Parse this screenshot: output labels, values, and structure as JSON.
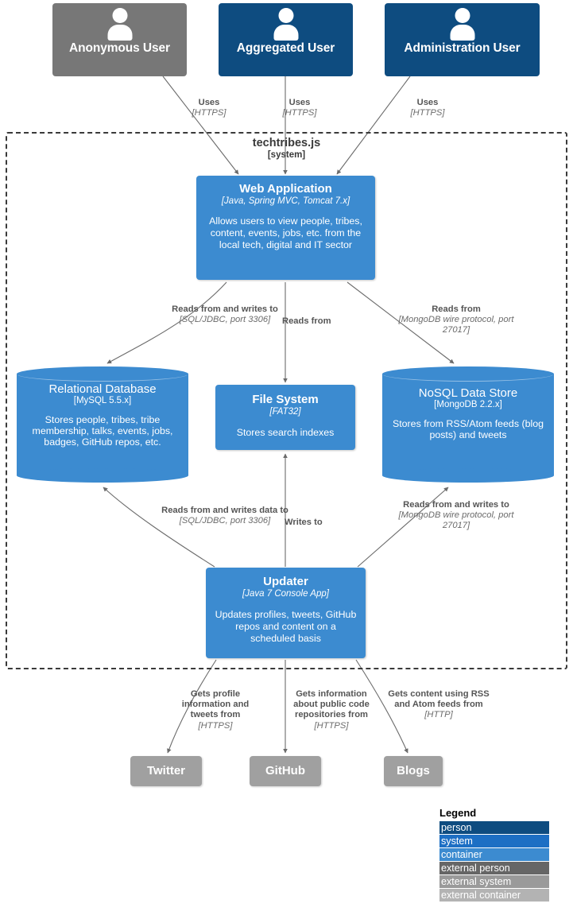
{
  "diagram": {
    "boundary": {
      "name": "techtribes.js",
      "type": "[system]"
    }
  },
  "people": [
    {
      "name": "Anonymous User",
      "style": "external person",
      "icon": "person-icon"
    },
    {
      "name": "Aggregated User",
      "style": "person",
      "icon": "person-icon"
    },
    {
      "name": "Administration User",
      "style": "person",
      "icon": "person-icon"
    }
  ],
  "containers": {
    "webapp": {
      "title": "Web Application",
      "tech": "[Java, Spring MVC, Tomcat 7.x]",
      "desc": "Allows users to view people, tribes, content, events, jobs, etc. from the local tech, digital and IT sector"
    },
    "relational_db": {
      "title": "Relational Database",
      "tech": "[MySQL 5.5.x]",
      "desc": "Stores people, tribes, tribe membership, talks, events, jobs, badges, GitHub repos, etc."
    },
    "file_system": {
      "title": "File System",
      "tech": "[FAT32]",
      "desc": "Stores search indexes"
    },
    "nosql": {
      "title": "NoSQL Data Store",
      "tech": "[MongoDB 2.2.x]",
      "desc": "Stores from RSS/Atom feeds (blog posts) and tweets"
    },
    "updater": {
      "title": "Updater",
      "tech": "[Java 7 Console App]",
      "desc": "Updates profiles, tweets, GitHub repos and content on a scheduled basis"
    }
  },
  "external_systems": [
    {
      "name": "Twitter"
    },
    {
      "name": "GitHub"
    },
    {
      "name": "Blogs"
    }
  ],
  "edges": [
    {
      "id": "anon-webapp",
      "name": "Uses",
      "tech": "[HTTPS]"
    },
    {
      "id": "agg-webapp",
      "name": "Uses",
      "tech": "[HTTPS]"
    },
    {
      "id": "admin-webapp",
      "name": "Uses",
      "tech": "[HTTPS]"
    },
    {
      "id": "webapp-rdb",
      "name": "Reads from and writes to",
      "tech": "[SQL/JDBC, port 3306]"
    },
    {
      "id": "webapp-fs",
      "name": "Reads from",
      "tech": ""
    },
    {
      "id": "webapp-nosql",
      "name": "Reads from",
      "tech": "[MongoDB wire protocol, port 27017]"
    },
    {
      "id": "updater-rdb",
      "name": "Reads from and writes data to",
      "tech": "[SQL/JDBC, port 3306]"
    },
    {
      "id": "updater-fs",
      "name": "Writes to",
      "tech": ""
    },
    {
      "id": "updater-nosql",
      "name": "Reads from and writes to",
      "tech": "[MongoDB wire protocol, port 27017]"
    },
    {
      "id": "updater-twitter",
      "name": "Gets profile information and tweets from",
      "tech": "[HTTPS]"
    },
    {
      "id": "updater-github",
      "name": "Gets information about public code repositories from",
      "tech": "[HTTPS]"
    },
    {
      "id": "updater-blogs",
      "name": "Gets content using RSS and Atom feeds from",
      "tech": "[HTTP]"
    }
  ],
  "legend": {
    "title": "Legend",
    "items": [
      {
        "label": "person",
        "color": "#0e4c80"
      },
      {
        "label": "system",
        "color": "#1d6fc4"
      },
      {
        "label": "container",
        "color": "#3c8bd0"
      },
      {
        "label": "external person",
        "color": "#666666"
      },
      {
        "label": "external system",
        "color": "#9a9a9a"
      },
      {
        "label": "external container",
        "color": "#b3b3b3"
      }
    ]
  }
}
